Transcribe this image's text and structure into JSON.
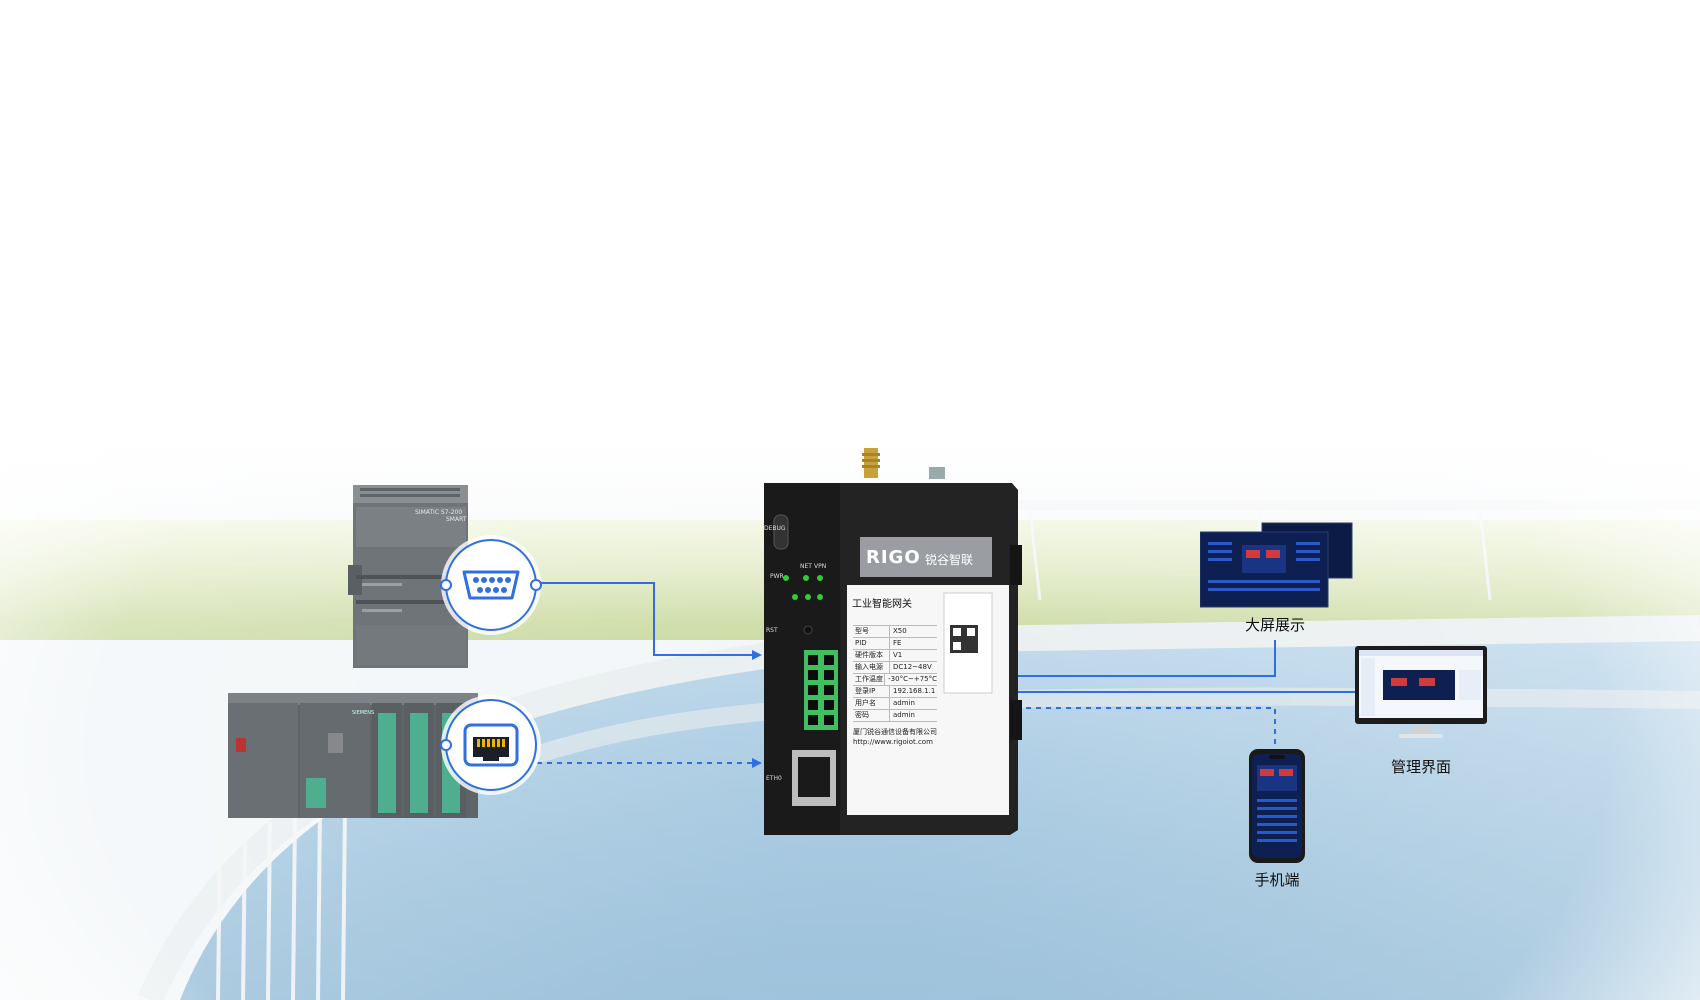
{
  "gateway": {
    "brand": "RIGO",
    "brand_cn": "锐谷智联",
    "product_title": "工业智能网关",
    "indicators": [
      "PWR",
      "NET",
      "VPN"
    ],
    "side_labels": [
      "DEBUG",
      "RST",
      "ETH0"
    ],
    "specs": [
      {
        "k": "型号",
        "v": "X50"
      },
      {
        "k": "PID",
        "v": "FE"
      },
      {
        "k": "硬件版本",
        "v": "V1"
      },
      {
        "k": "输入电源",
        "v": "DC12~48V"
      },
      {
        "k": "工作温度",
        "v": "-30°C~+75°C"
      },
      {
        "k": "登录IP",
        "v": "192.168.1.1"
      },
      {
        "k": "用户名",
        "v": "admin"
      },
      {
        "k": "密码",
        "v": "admin"
      }
    ],
    "company": "厦门锐谷通信设备有限公司",
    "website": "http://www.rigoiot.com"
  },
  "plc_top": {
    "label1": "SIMATIC S7-200",
    "label2": "SMART"
  },
  "plc_bottom": {
    "brand": "SIEMENS"
  },
  "outputs": {
    "big_screen": "大屏展示",
    "admin_ui": "管理界面",
    "mobile": "手机端"
  },
  "colors": {
    "line": "#2f6fe0",
    "device": "#1c1c1c",
    "terminal": "#3fbf5f"
  }
}
